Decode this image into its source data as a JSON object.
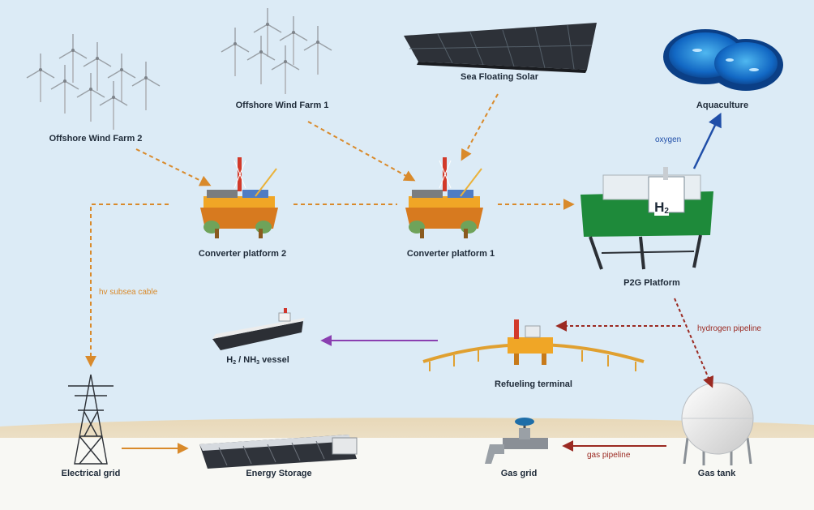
{
  "diagram": {
    "nodes": {
      "wind2": "Offshore Wind Farm 2",
      "wind1": "Offshore Wind Farm 1",
      "solar": "Sea Floating Solar",
      "aquaculture": "Aquaculture",
      "conv2": "Converter platform 2",
      "conv1": "Converter platform 1",
      "p2g": "P2G Platform",
      "h2_badge": "H",
      "h2_badge_sub": "2",
      "vessel": {
        "a": "H",
        "a_sub": "2",
        "b": " / NH",
        "b_sub": "3",
        "c": " vessel"
      },
      "terminal": "Refueling terminal",
      "grid": "Electrical grid",
      "storage": "Energy Storage",
      "gasgrid": "Gas grid",
      "gastank": "Gas tank"
    },
    "connectors": {
      "oxygen": "oxygen",
      "hv_cable": "hv subsea cable",
      "hydrogen_pipeline": "hydrogen pipeline",
      "gas_pipeline": "gas pipeline"
    },
    "colors": {
      "sky": "#dcebf6",
      "ground": "#f8f8f4",
      "sand": "#e8d8b8",
      "power_arrow": "#d98a2b",
      "hydrogen_arrow": "#9b2a22",
      "oxygen_arrow": "#1f4ea8",
      "vessel_arrow": "#8a3fb0",
      "label_text": "#1e2a38"
    },
    "icons": {
      "wind": "wind-turbine-icon",
      "solar": "floating-solar-panel-icon",
      "aquaculture": "fish-pond-icon",
      "converter": "offshore-platform-icon",
      "p2g": "hydrogen-platform-icon",
      "vessel": "tanker-ship-icon",
      "terminal": "refueling-pier-icon",
      "grid": "transmission-tower-icon",
      "storage": "battery-container-icon",
      "gasgrid": "valve-tap-icon",
      "gastank": "spherical-tank-icon"
    }
  }
}
